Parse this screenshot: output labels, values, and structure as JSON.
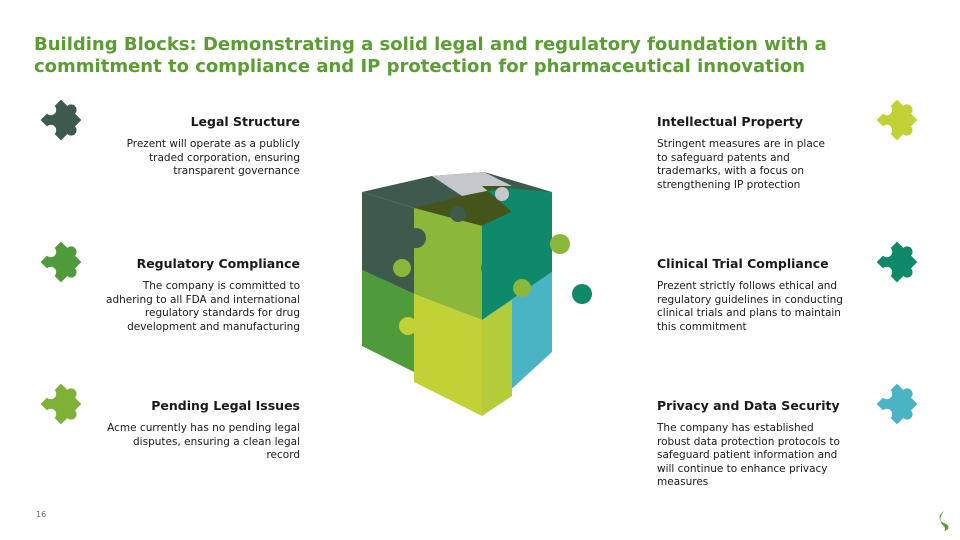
{
  "title": "Building Blocks: Demonstrating a solid legal and regulatory foundation with a commitment to compliance and IP protection for pharmaceutical innovation",
  "left_items": [
    {
      "heading": "Legal Structure",
      "text": "Prezent will operate as a publicly traded corporation, ensuring transparent governance",
      "icon": "puzzle-piece-icon",
      "color": "#3d5a4c"
    },
    {
      "heading": "Regulatory Compliance",
      "text": "The company is committed to adhering to all FDA and international regulatory standards for drug development and manufacturing",
      "icon": "puzzle-piece-icon",
      "color": "#4f9a3a"
    },
    {
      "heading": "Pending Legal Issues",
      "text": "Acme currently has no pending legal disputes, ensuring a clean legal record",
      "icon": "puzzle-piece-icon",
      "color": "#7fb038"
    }
  ],
  "right_items": [
    {
      "heading": "Intellectual Property",
      "text": "Stringent measures are in place to safeguard patents and trademarks, with a focus on strengthening IP protection",
      "icon": "puzzle-piece-icon",
      "color": "#c2d236"
    },
    {
      "heading": "Clinical Trial Compliance",
      "text": "Prezent strictly follows ethical and regulatory guidelines in conducting clinical trials and plans to maintain this commitment",
      "icon": "puzzle-piece-icon",
      "color": "#0e8a6a"
    },
    {
      "heading": "Privacy and Data Security",
      "text": "The company has established robust data protection protocols to safeguard patient information and will continue to enhance privacy measures",
      "icon": "puzzle-piece-icon",
      "color": "#4ab3c4"
    }
  ],
  "page_number": "16",
  "logo_icon": "leaf-logo-icon",
  "colors": {
    "title": "#5a9e32",
    "dark_green": "#3d5a4c",
    "green": "#4f9a3a",
    "light_green": "#8bb83a",
    "lime": "#c2d236",
    "teal": "#0e8a6a",
    "cyan": "#4ab3c4",
    "grey": "#c6c7cc"
  }
}
